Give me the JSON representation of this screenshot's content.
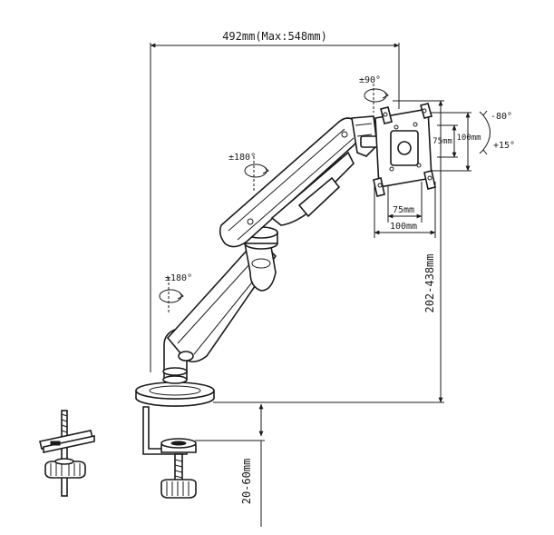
{
  "dimensions": {
    "reach": "492mm(Max:548mm)",
    "height_range": "202-438mm",
    "clamp_range": "20-60mm",
    "vesa_h_small": "75mm",
    "vesa_h_large": "100mm",
    "vesa_v_small": "75mm",
    "vesa_v_large": "100mm"
  },
  "rotations": {
    "head_swivel": "±90°",
    "tilt_back": "-80°",
    "tilt_forward": "+15°",
    "forearm_swivel": "±180°",
    "base_swivel": "±180°"
  }
}
